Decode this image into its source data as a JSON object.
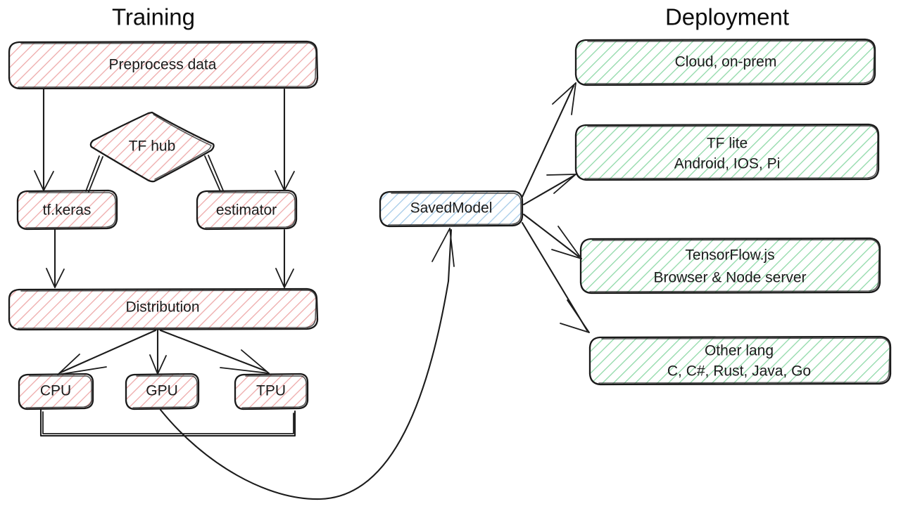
{
  "titles": {
    "training": "Training",
    "deployment": "Deployment"
  },
  "colors": {
    "training_fill": "#e8a0a0",
    "deployment_fill": "#6ecb8f",
    "model_fill": "#8fc0e3",
    "stroke": "#1a1a1a",
    "background": "#ffffff"
  },
  "training": {
    "preprocess": {
      "label": "Preprocess data"
    },
    "tfhub": {
      "label": "TF hub"
    },
    "keras": {
      "label": "tf.keras"
    },
    "estimator": {
      "label": "estimator"
    },
    "distribution": {
      "label": "Distribution"
    },
    "cpu": {
      "label": "CPU"
    },
    "gpu": {
      "label": "GPU"
    },
    "tpu": {
      "label": "TPU"
    }
  },
  "model": {
    "savedmodel": {
      "label": "SavedModel"
    }
  },
  "deployment": {
    "cloud": {
      "line1": "Cloud, on-prem"
    },
    "tflite": {
      "line1": "TF lite",
      "line2": "Android, IOS, Pi"
    },
    "tfjs": {
      "line1": "TensorFlow.js",
      "line2": "Browser & Node server"
    },
    "otherlang": {
      "line1": "Other lang",
      "line2": "C, C#, Rust, Java, Go"
    }
  }
}
